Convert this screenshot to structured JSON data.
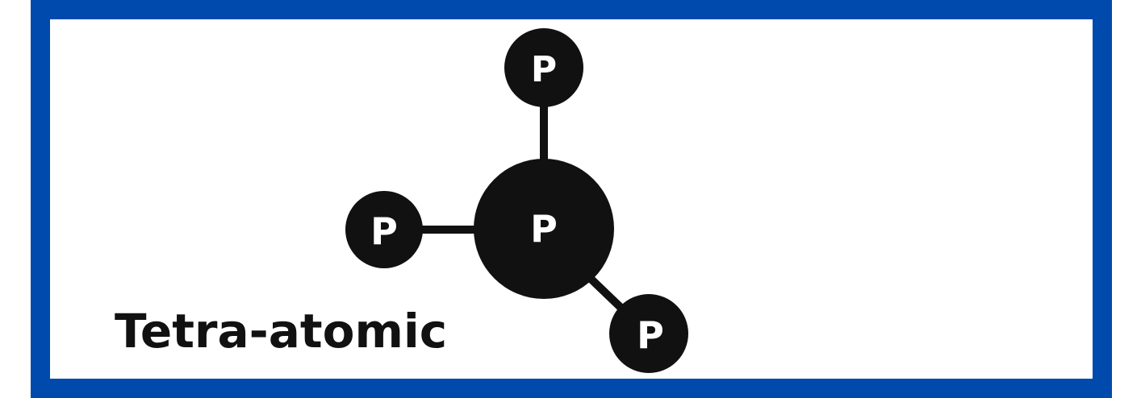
{
  "diagram": {
    "caption": "Tetra-atomic",
    "central_atom": {
      "symbol": "P"
    },
    "outer_atoms": [
      {
        "symbol": "P",
        "position": "top"
      },
      {
        "symbol": "P",
        "position": "left"
      },
      {
        "symbol": "P",
        "position": "bottom-right"
      }
    ],
    "colors": {
      "frame": "#004AAD",
      "atom_fill": "#111111",
      "atom_text": "#ffffff",
      "background": "#ffffff"
    }
  }
}
